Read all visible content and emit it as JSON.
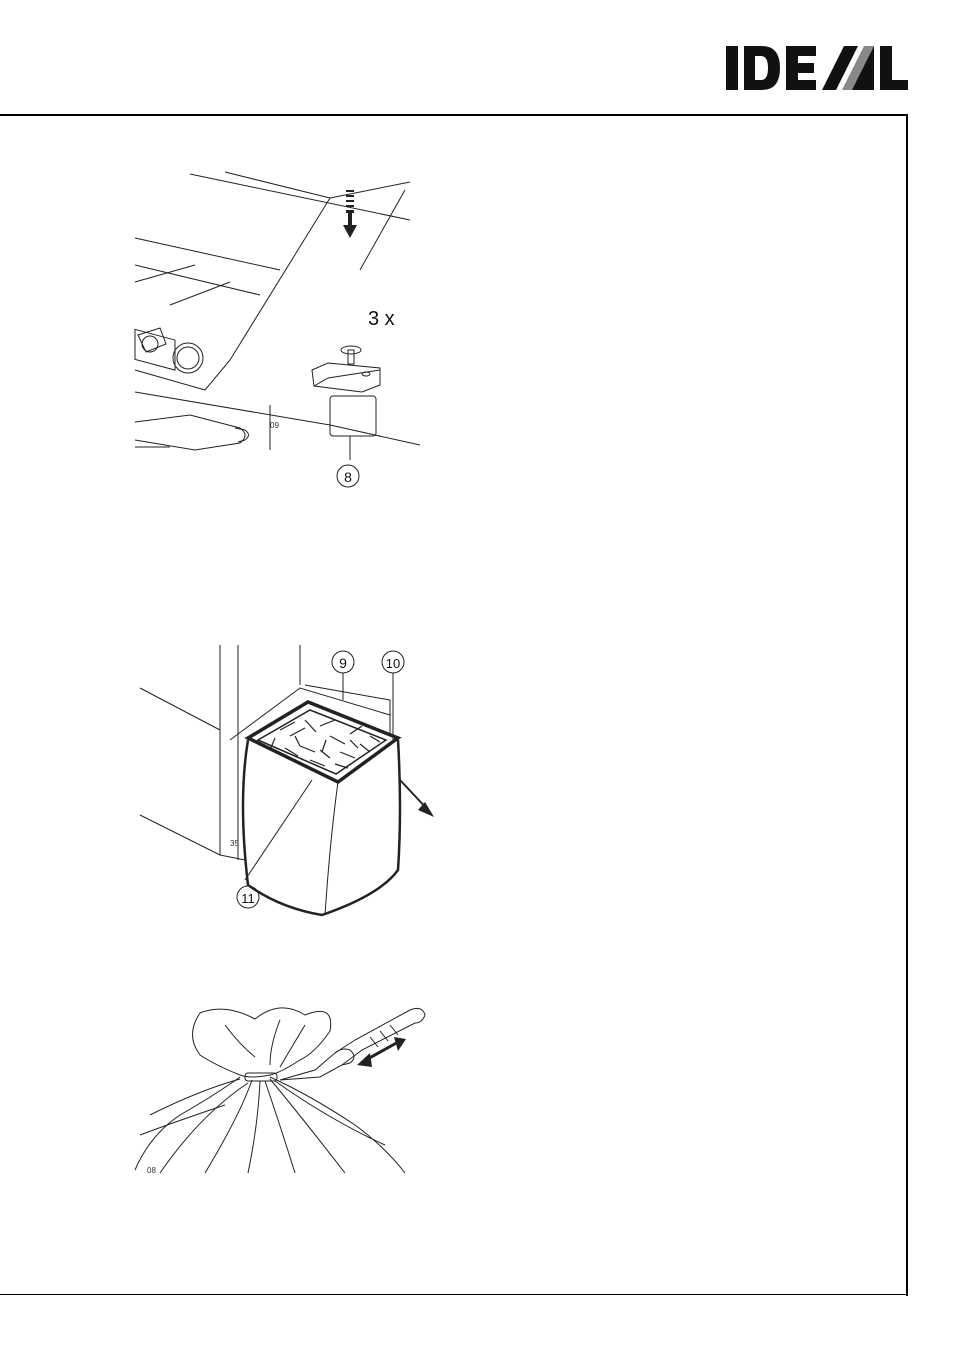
{
  "header": {
    "logo_text": "IDEAL"
  },
  "figure1": {
    "label_repeat": "3 x",
    "callout": "8",
    "code": "09"
  },
  "figure2": {
    "callouts": [
      "9",
      "10",
      "11"
    ],
    "code": "35"
  },
  "figure3": {
    "code": "08"
  }
}
